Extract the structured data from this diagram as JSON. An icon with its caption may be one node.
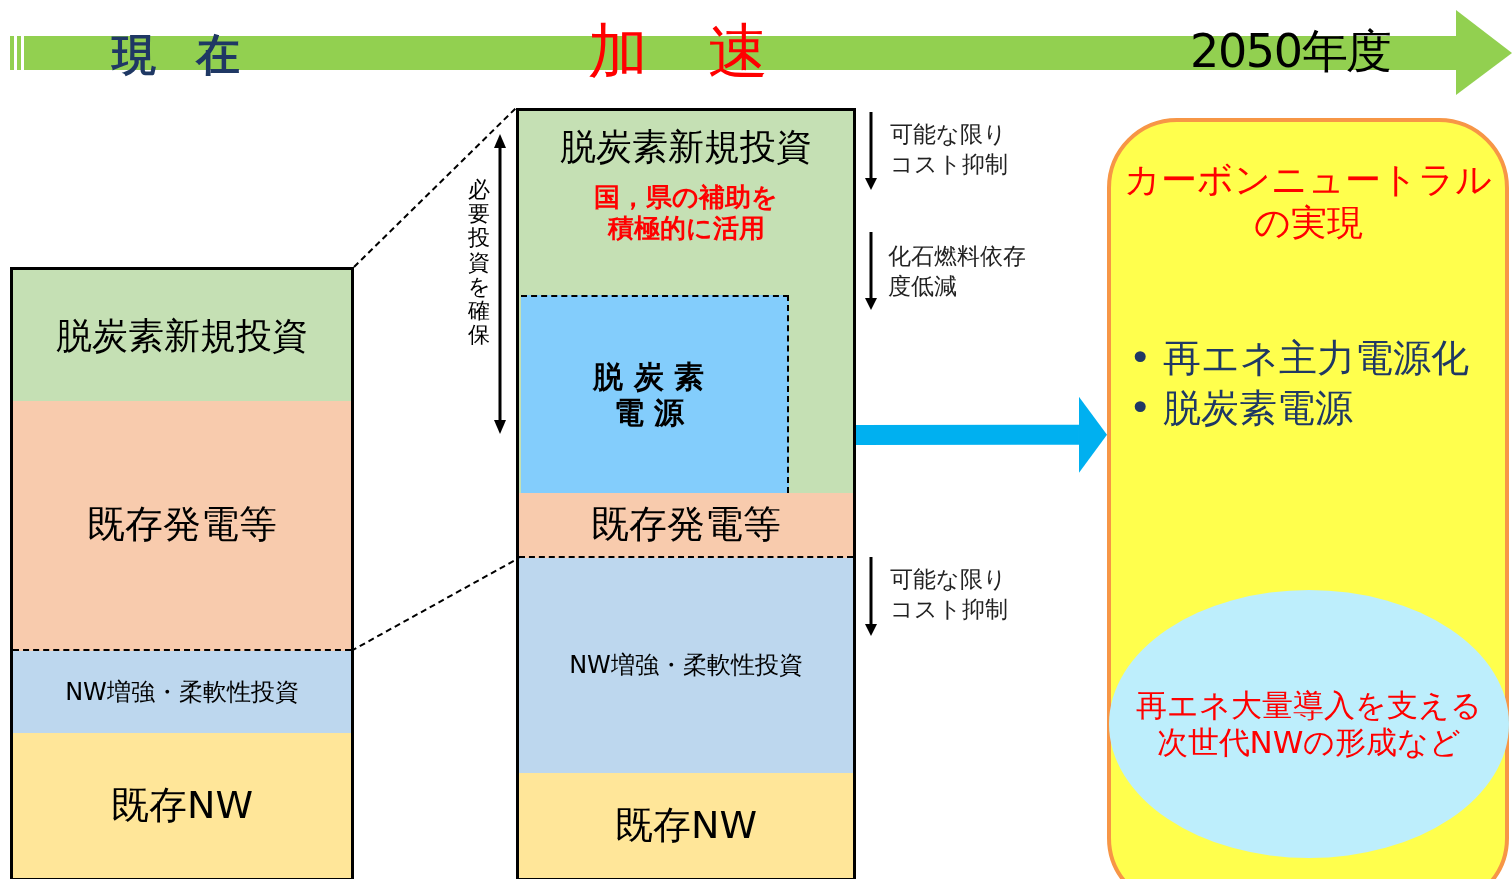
{
  "diagram": {
    "nodes": [
      {
        "text": [],
        "shape": "box"
      },
      {
        "text": [
          "脱炭素新規投資"
        ],
        "in": 0
      },
      {
        "text": [
          "既存発電等"
        ],
        "in": 0
      },
      {
        "text": [
          "NW増強・柔軟性投資"
        ],
        "in": 0
      },
      {
        "text": [
          "既存NW"
        ],
        "in": 0
      },
      {
        "text": [],
        "shape": "box"
      },
      {
        "text": [
          "脱炭素新規投資",
          "国，県の補助を積極的に活用"
        ],
        "in": 5
      },
      {
        "text": [
          "脱炭素電源"
        ],
        "in": 6
      },
      {
        "text": [
          "既存発電等"
        ],
        "in": 5
      },
      {
        "text": [
          "NW増強・柔軟性投資"
        ],
        "in": 5
      },
      {
        "text": [
          "既存NW"
        ],
        "in": 5
      },
      {
        "text": [
          "カーボンニュートラルの実現",
          "• 再エネ主力電源化",
          "• 脱炭素電源"
        ]
      },
      {
        "text": [
          "再エネ大量導入を支える次世代NWの形成など"
        ],
        "in": 11
      }
    ],
    "edges": [
      {
        "from": 5,
        "to": 11,
        "arrow": "to",
        "style": "thick",
        "color": "#00b0f0"
      },
      {
        "from": 0,
        "to": 5,
        "arrow": "none",
        "style": "dashed"
      },
      {
        "from": 2,
        "to": 8,
        "arrow": "none",
        "style": "dashed"
      }
    ],
    "labels": [
      "現在",
      "加速",
      "2050年度",
      "必要投資を確保",
      "可能な限りコスト抑制",
      "化石燃料依存度低減",
      "可能な限りコスト抑制"
    ]
  }
}
